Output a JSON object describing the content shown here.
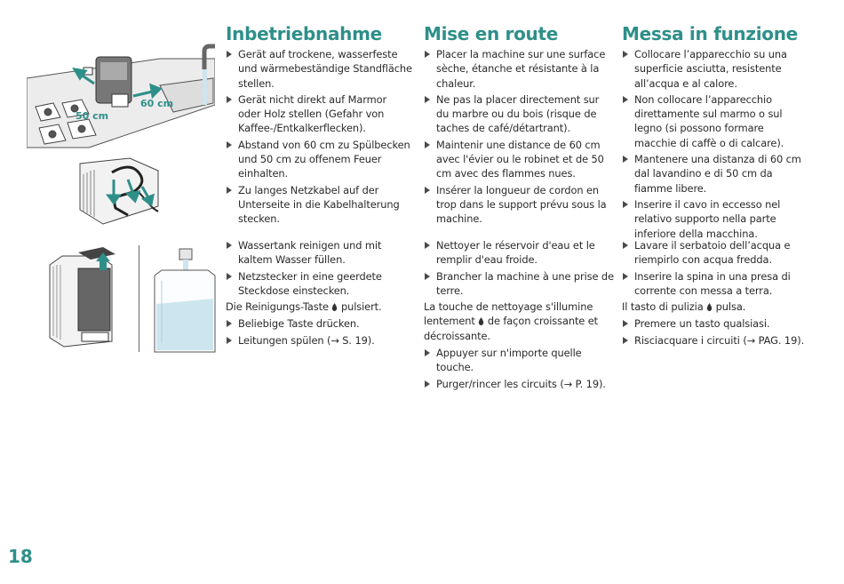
{
  "page_number": "18",
  "illustrations": {
    "dist_left": "50 cm",
    "dist_right": "60 cm"
  },
  "de": {
    "title": "Inbetriebnahme",
    "items1": [
      "Gerät auf trockene, wasserfeste und wärmebeständige Standfläche stellen.",
      "Gerät nicht direkt auf Marmor oder Holz stellen (Gefahr von Kaffee-/Entkalkerflecken).",
      "Abstand von 60 cm zu Spülbecken und 50 cm zu offenem Feuer einhalten.",
      "Zu langes Netzkabel auf der Unterseite in die Kabelhalterung stecken."
    ],
    "items2": [
      "Wassertank reinigen und mit kaltem Wasser füllen.",
      "Netzstecker in eine geerdete Steckdose einstecken."
    ],
    "note_before": "Die Reinigungs-Taste",
    "note_after": "pulsiert.",
    "items3": [
      "Beliebige Taste drücken.",
      "Leitungen spülen (→ S. 19)."
    ]
  },
  "fr": {
    "title": "Mise en route",
    "items1": [
      "Placer la machine sur une surface sèche, étanche et résistante à la chaleur.",
      "Ne pas la placer directement sur du marbre ou du bois (risque de taches de café/détartrant).",
      "Maintenir une distance de 60 cm avec l'évier ou le robinet et de 50 cm avec des flammes nues.",
      "Insérer la longueur de cordon en trop dans le support prévu sous la machine."
    ],
    "items2": [
      "Nettoyer le réservoir d'eau et le remplir d'eau froide.",
      "Brancher la machine à une prise de terre."
    ],
    "note_before": "La touche de nettoyage s'illumine lentement",
    "note_after": "de façon croissante et décroissante.",
    "items3": [
      "Appuyer sur n'importe quelle touche.",
      "Purger/rincer les circuits (→ P. 19)."
    ]
  },
  "it": {
    "title": "Messa in funzione",
    "items1": [
      "Collocare l’apparecchio su una superficie asciutta, resistente all’acqua e al calore.",
      "Non collocare l’apparecchio direttamente sul marmo o sul legno (si possono formare macchie di caffè o di calcare).",
      "Mantenere una distanza di 60 cm dal lavandino e di 50 cm da fiamme libere.",
      "Inserire il cavo in eccesso nel relativo supporto nella parte inferiore della macchina."
    ],
    "items2": [
      "Lavare il serbatoio dell’acqua e riempirlo con acqua fredda.",
      "Inserire la spina in una presa di corrente con messa a terra."
    ],
    "note_before": "Il tasto di pulizia",
    "note_after": "pulsa.",
    "items3": [
      "Premere un tasto qualsiasi.",
      "Risciacquare i circuiti (→ PAG. 19)."
    ]
  },
  "icons": {
    "cleaning": "water-drop-icon",
    "bullet": "triangle-bullet-icon"
  },
  "colors": {
    "accent": "#2e8f89",
    "water": "#cde5ef"
  }
}
